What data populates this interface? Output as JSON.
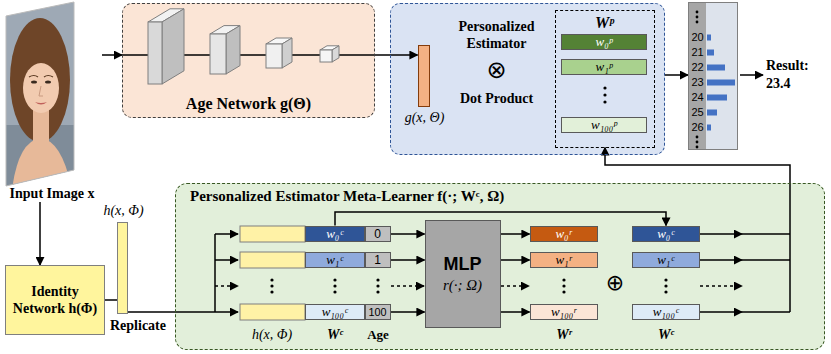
{
  "diagram": {
    "nodes": [
      {
        "text": [
          "Input Image x"
        ]
      },
      {
        "text": [
          "Age Network g(Θ)"
        ]
      },
      {
        "text": [
          "Personalized Estimator",
          "⊗",
          "Dot Product"
        ]
      },
      {
        "text": [
          "g(x, Θ)"
        ],
        "in": 2
      },
      {
        "text": [
          "Wᵖ"
        ],
        "in": 2
      },
      {
        "text": [
          "w₀ᵖ"
        ],
        "in": 4
      },
      {
        "text": [
          "w₁ᵖ"
        ],
        "in": 4
      },
      {
        "text": [
          "w₁₀₀ᵖ"
        ],
        "in": 4
      },
      {
        "text": [
          "20",
          "21",
          "22",
          "23",
          "24",
          "25",
          "26"
        ]
      },
      {
        "text": [
          "Identity Network h(Φ)"
        ]
      },
      {
        "text": [
          "h(x, Φ)"
        ]
      },
      {
        "text": [
          "Personalized Estimator Meta-Learner f(·; Wᶜ, Ω)"
        ]
      },
      {
        "text": [
          "w₀ᶜ"
        ],
        "in": 11
      },
      {
        "text": [
          "0"
        ],
        "in": 11
      },
      {
        "text": [
          "w₁ᶜ"
        ],
        "in": 11
      },
      {
        "text": [
          "1"
        ],
        "in": 11
      },
      {
        "text": [
          "w₁₀₀ᶜ"
        ],
        "in": 11
      },
      {
        "text": [
          "100"
        ],
        "in": 11
      },
      {
        "text": [
          "MLP",
          "r(·; Ω)"
        ],
        "in": 11
      },
      {
        "text": [
          "w₀ʳ"
        ],
        "in": 11
      },
      {
        "text": [
          "w₁ʳ"
        ],
        "in": 11
      },
      {
        "text": [
          "w₁₀₀ʳ"
        ],
        "in": 11
      },
      {
        "text": [
          "w₀ᶜ"
        ],
        "in": 11
      },
      {
        "text": [
          "w₁ᶜ"
        ],
        "in": 11
      },
      {
        "text": [
          "w₁₀₀ᶜ"
        ],
        "in": 11
      }
    ],
    "edges": [
      {
        "from": 0,
        "to": 1,
        "arrow": "to"
      },
      {
        "from": 1,
        "to": 3,
        "arrow": "to"
      },
      {
        "from": 2,
        "to": 8,
        "arrow": "to"
      },
      {
        "from": 0,
        "to": 9,
        "arrow": "to"
      },
      {
        "from": 9,
        "to": 10,
        "arrow": "none"
      },
      {
        "from": 12,
        "to": 22,
        "arrow": "to"
      },
      {
        "from": 13,
        "to": 18,
        "arrow": "to"
      },
      {
        "from": 15,
        "to": 18,
        "arrow": "to"
      },
      {
        "from": 17,
        "to": 18,
        "arrow": "to"
      },
      {
        "from": 18,
        "to": 19,
        "arrow": "to"
      },
      {
        "from": 18,
        "to": 20,
        "arrow": "to"
      },
      {
        "from": 18,
        "to": 21,
        "arrow": "to"
      },
      {
        "from": 11,
        "to": 4,
        "arrow": "to"
      }
    ],
    "labels": [
      "Result: 23.4",
      "Replicate",
      "h(x, Φ)",
      "Wᶜ",
      "Age",
      "Wʳ",
      "Wᶜ",
      "⊕"
    ]
  }
}
